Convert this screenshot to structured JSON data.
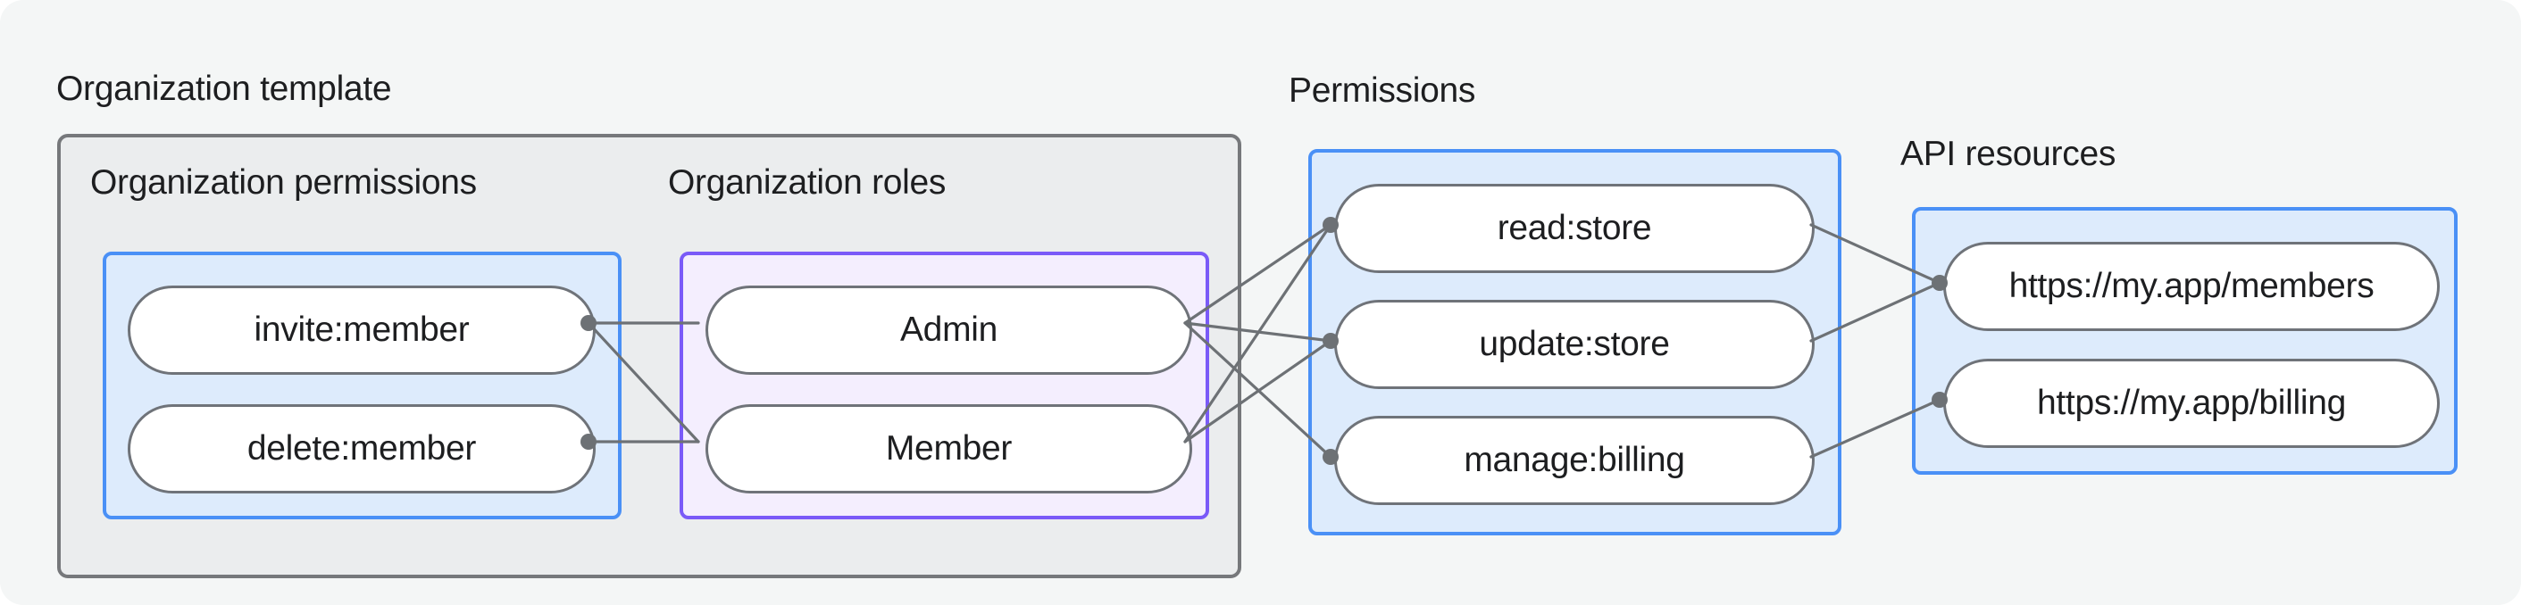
{
  "org_template": {
    "label": "Organization template",
    "org_permissions": {
      "label": "Organization permissions",
      "nodes": [
        "invite:member",
        "delete:member"
      ]
    },
    "org_roles": {
      "label": "Organization roles",
      "nodes": [
        "Admin",
        "Member"
      ]
    }
  },
  "permissions": {
    "label": "Permissions",
    "nodes": [
      "read:store",
      "update:store",
      "manage:billing"
    ]
  },
  "api_resources": {
    "label": "API resources",
    "nodes": [
      "https://my.app/members",
      "https://my.app/billing"
    ]
  },
  "edges": [
    {
      "from": "invite:member",
      "to": "Admin"
    },
    {
      "from": "invite:member",
      "to": "Member"
    },
    {
      "from": "delete:member",
      "to": "Member"
    },
    {
      "from": "Admin",
      "to": "read:store"
    },
    {
      "from": "Admin",
      "to": "update:store"
    },
    {
      "from": "Admin",
      "to": "manage:billing"
    },
    {
      "from": "Member",
      "to": "read:store"
    },
    {
      "from": "Member",
      "to": "update:store"
    },
    {
      "from": "read:store",
      "to": "https://my.app/members"
    },
    {
      "from": "update:store",
      "to": "https://my.app/members"
    },
    {
      "from": "manage:billing",
      "to": "https://my.app/billing"
    }
  ],
  "colors": {
    "background": "#f4f6f6",
    "gray_box_fill": "#ebedee",
    "gray_box_border": "#76787b",
    "blue_box_fill": "#ddebfc",
    "blue_box_border": "#4a90f6",
    "purple_box_fill": "#f4eefe",
    "purple_box_border": "#7a5af8",
    "node_fill": "#ffffff",
    "node_border": "#6f7379",
    "edge_color": "#6d7175",
    "text_color": "#1d1e20"
  }
}
